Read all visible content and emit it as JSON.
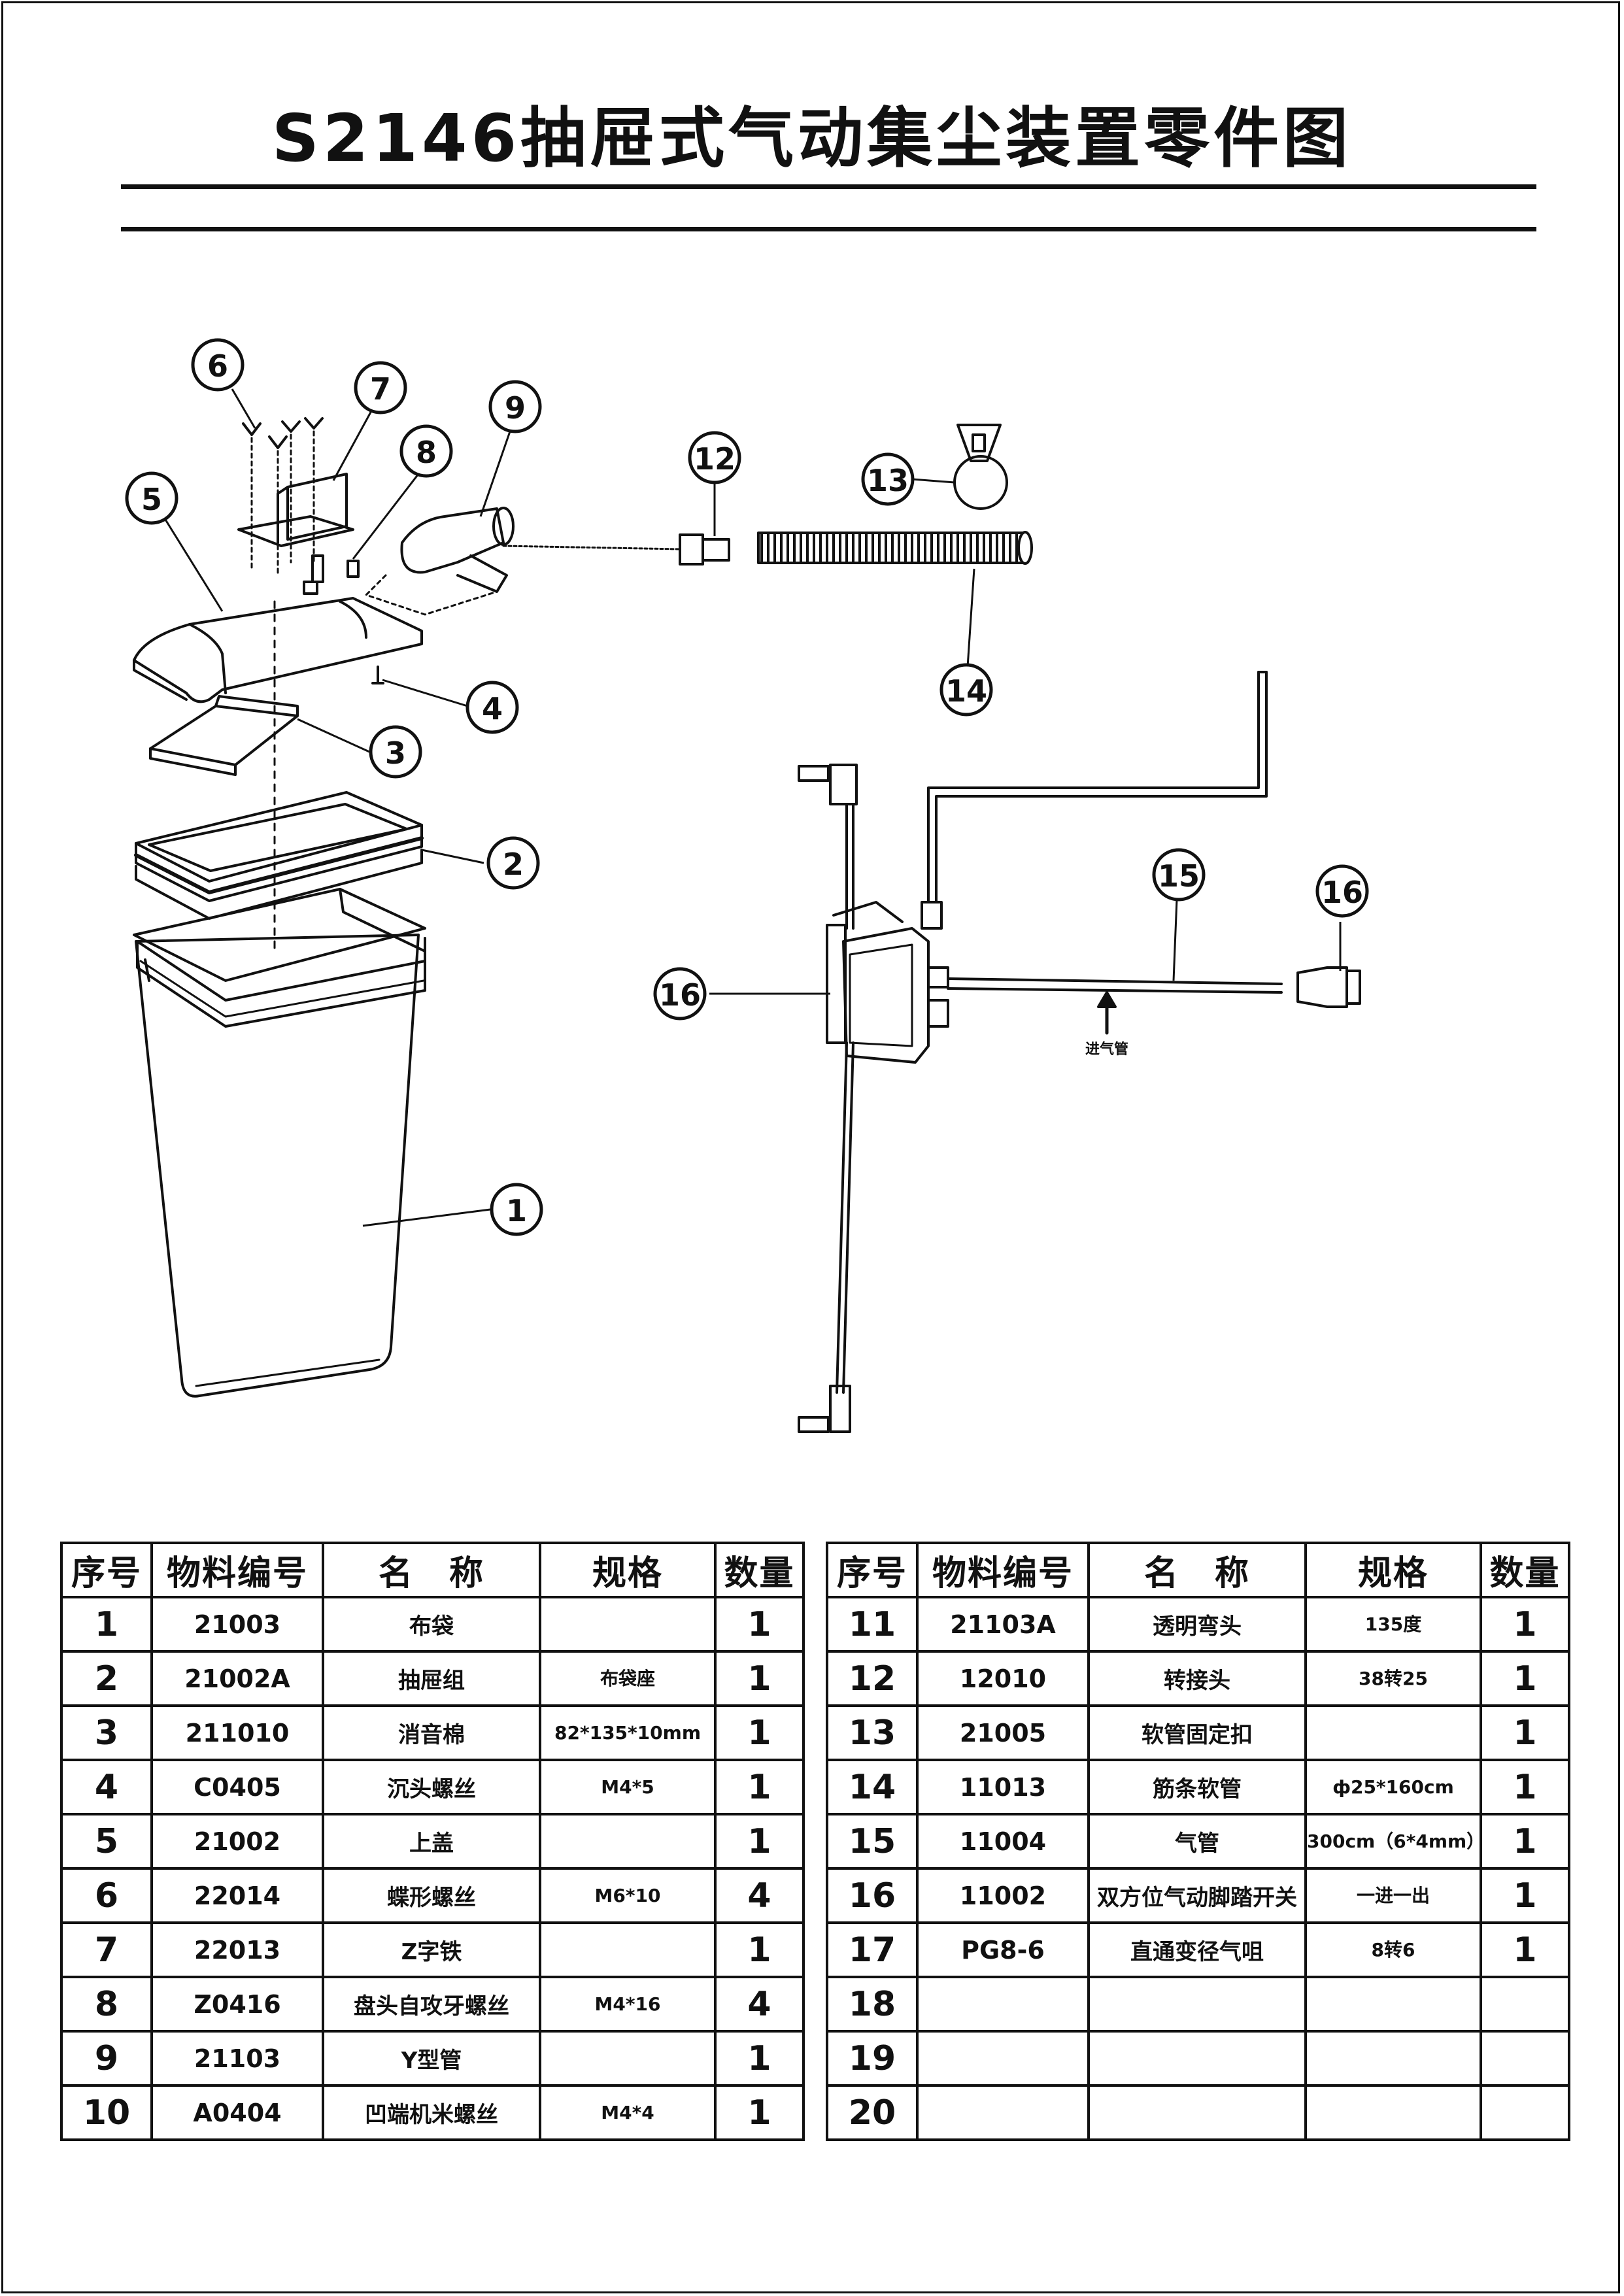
{
  "title": "S2146抽屉式气动集尘装置零件图",
  "inlet_label": "进气管",
  "callouts": [
    "1",
    "2",
    "3",
    "4",
    "5",
    "6",
    "7",
    "8",
    "9",
    "12",
    "13",
    "14",
    "15",
    "16",
    "16"
  ],
  "table": {
    "headers": [
      "序号",
      "物料编号",
      "名　称",
      "规格",
      "数量"
    ],
    "left_rows": [
      {
        "no": "1",
        "code": "21003",
        "name": "布袋",
        "spec": "",
        "qty": "1"
      },
      {
        "no": "2",
        "code": "21002A",
        "name": "抽屉组",
        "spec": "布袋座",
        "qty": "1"
      },
      {
        "no": "3",
        "code": "211010",
        "name": "消音棉",
        "spec": "82*135*10mm",
        "qty": "1"
      },
      {
        "no": "4",
        "code": "C0405",
        "name": "沉头螺丝",
        "spec": "M4*5",
        "qty": "1"
      },
      {
        "no": "5",
        "code": "21002",
        "name": "上盖",
        "spec": "",
        "qty": "1"
      },
      {
        "no": "6",
        "code": "22014",
        "name": "蝶形螺丝",
        "spec": "M6*10",
        "qty": "4"
      },
      {
        "no": "7",
        "code": "22013",
        "name": "Z字铁",
        "spec": "",
        "qty": "1"
      },
      {
        "no": "8",
        "code": "Z0416",
        "name": "盘头自攻牙螺丝",
        "spec": "M4*16",
        "qty": "4"
      },
      {
        "no": "9",
        "code": "21103",
        "name": "Y型管",
        "spec": "",
        "qty": "1"
      },
      {
        "no": "10",
        "code": "A0404",
        "name": "凹端机米螺丝",
        "spec": "M4*4",
        "qty": "1"
      }
    ],
    "right_rows": [
      {
        "no": "11",
        "code": "21103A",
        "name": "透明弯头",
        "spec": "135度",
        "qty": "1"
      },
      {
        "no": "12",
        "code": "12010",
        "name": "转接头",
        "spec": "38转25",
        "qty": "1"
      },
      {
        "no": "13",
        "code": "21005",
        "name": "软管固定扣",
        "spec": "",
        "qty": "1"
      },
      {
        "no": "14",
        "code": "11013",
        "name": "筋条软管",
        "spec": "ф25*160cm",
        "qty": "1"
      },
      {
        "no": "15",
        "code": "11004",
        "name": "气管",
        "spec": "300cm（6*4mm）",
        "qty": "1"
      },
      {
        "no": "16",
        "code": "11002",
        "name": "双方位气动脚踏开关",
        "spec": "一进一出",
        "qty": "1"
      },
      {
        "no": "17",
        "code": "PG8-6",
        "name": "直通变径气咀",
        "spec": "8转6",
        "qty": "1"
      },
      {
        "no": "18",
        "code": "",
        "name": "",
        "spec": "",
        "qty": ""
      },
      {
        "no": "19",
        "code": "",
        "name": "",
        "spec": "",
        "qty": ""
      },
      {
        "no": "20",
        "code": "",
        "name": "",
        "spec": "",
        "qty": ""
      }
    ]
  }
}
